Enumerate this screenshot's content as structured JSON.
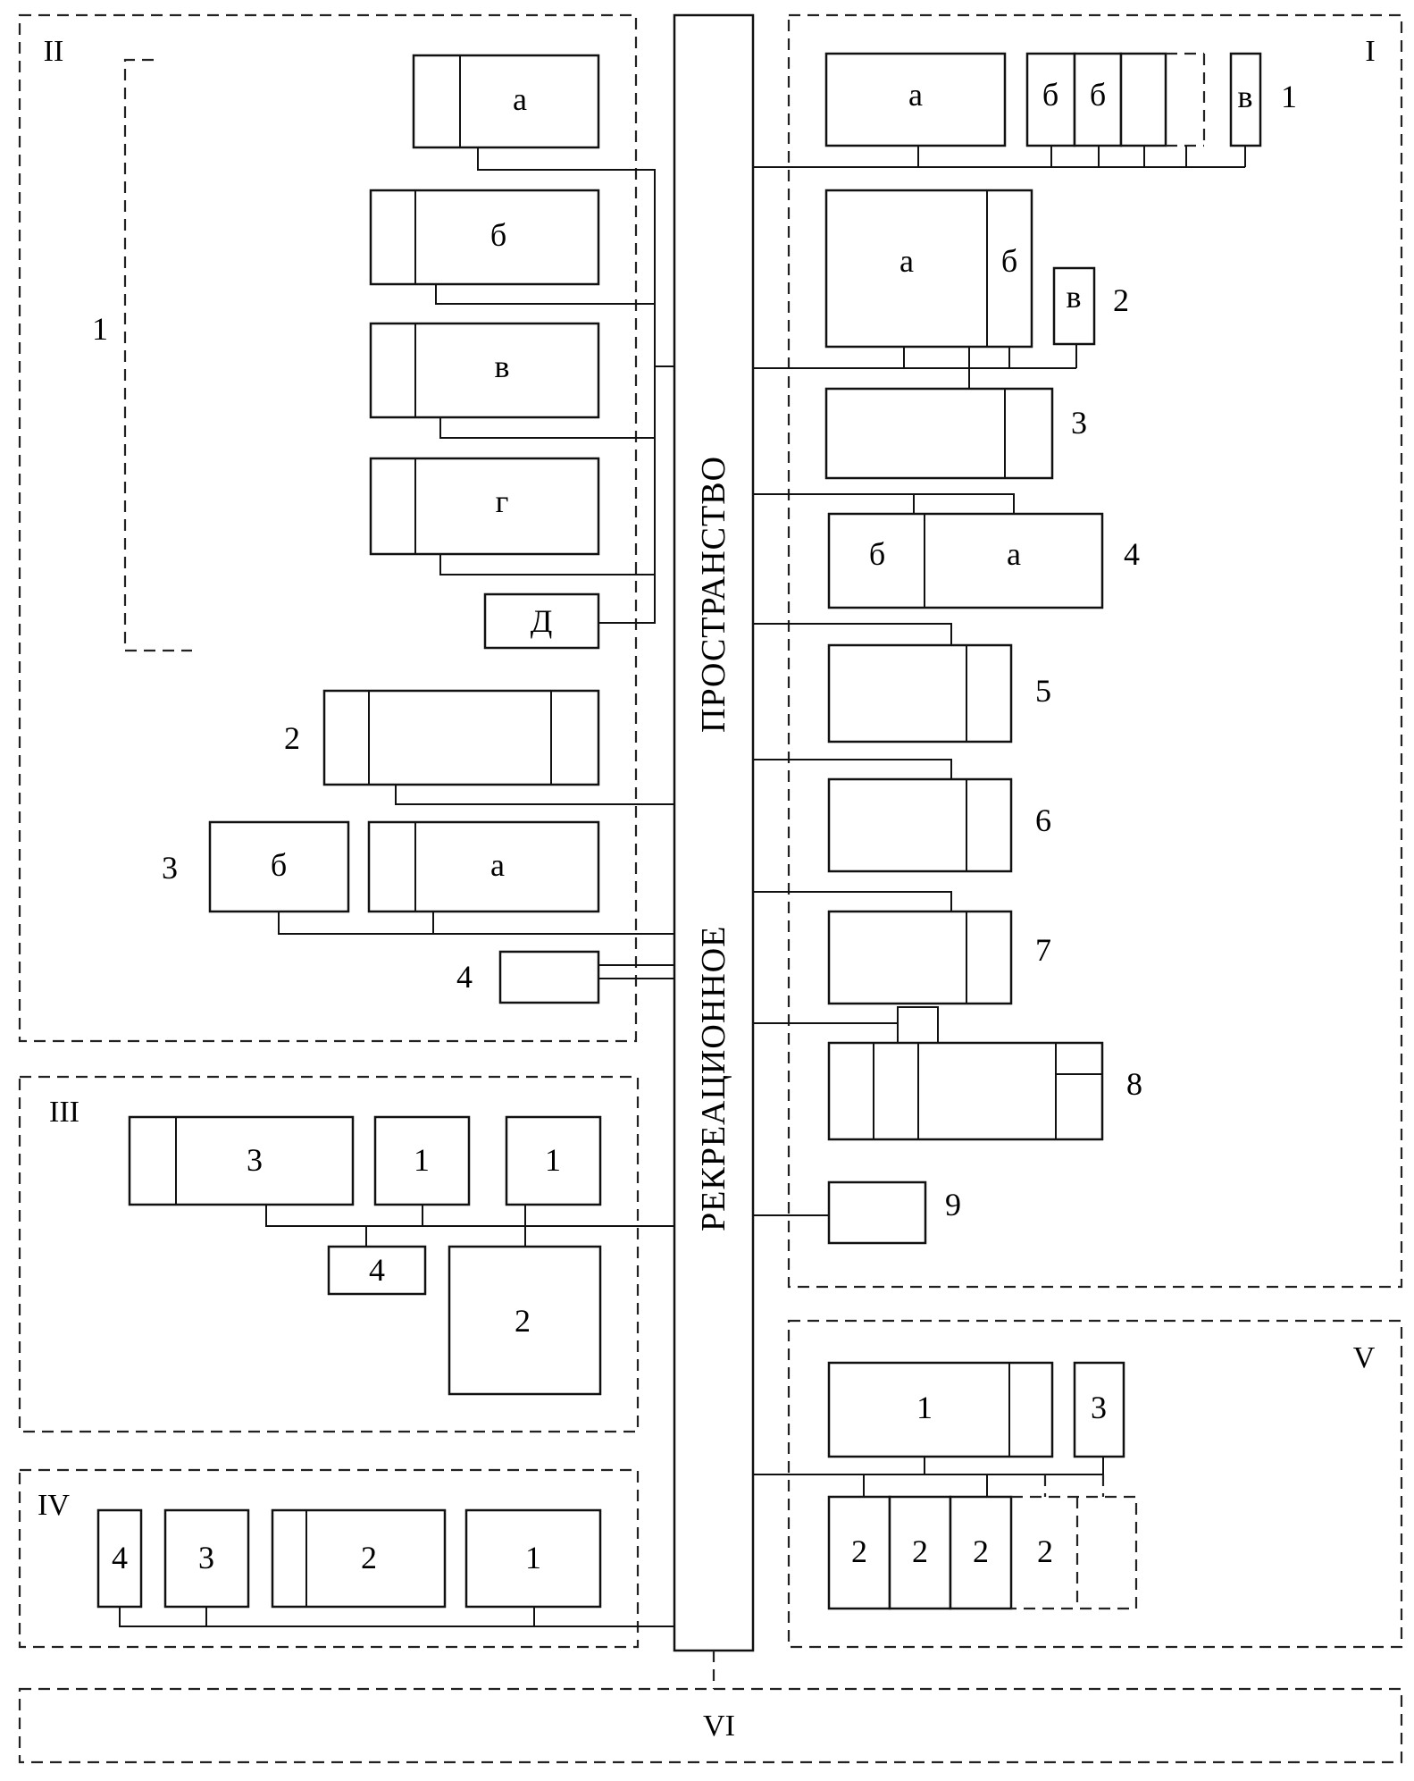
{
  "corridor": {
    "text_upper": "ПРОСТРАНСТВО",
    "text_lower": "РЕКРЕАЦИОННОЕ"
  },
  "zones": {
    "I": {
      "title": "I",
      "g1": {
        "num": "1",
        "a": "а",
        "b1": "б",
        "b2": "б",
        "v": "в"
      },
      "g2": {
        "num": "2",
        "a": "а",
        "b": "б",
        "v": "в"
      },
      "g3": {
        "num": "3"
      },
      "g4": {
        "num": "4",
        "b": "б",
        "a": "а"
      },
      "g5": {
        "num": "5"
      },
      "g6": {
        "num": "6"
      },
      "g7": {
        "num": "7"
      },
      "g8": {
        "num": "8"
      },
      "g9": {
        "num": "9"
      }
    },
    "II": {
      "title": "II",
      "g1": {
        "num": "1",
        "a": "а",
        "b": "б",
        "v": "в",
        "g": "г",
        "d": "Д"
      },
      "g2": {
        "num": "2"
      },
      "g3": {
        "num": "3",
        "b": "б",
        "a": "а"
      },
      "g4": {
        "num": "4"
      }
    },
    "III": {
      "title": "III",
      "b1": "1",
      "b2": "1",
      "b3": "2",
      "b4": "3",
      "b5": "4"
    },
    "IV": {
      "title": "IV",
      "b1": "4",
      "b2": "3",
      "b3": "2",
      "b4": "1"
    },
    "V": {
      "title": "V",
      "b1": "1",
      "b3": "3",
      "r1": "2",
      "r2": "2",
      "r3": "2",
      "r4": "2"
    },
    "VI": {
      "title": "VI"
    }
  }
}
